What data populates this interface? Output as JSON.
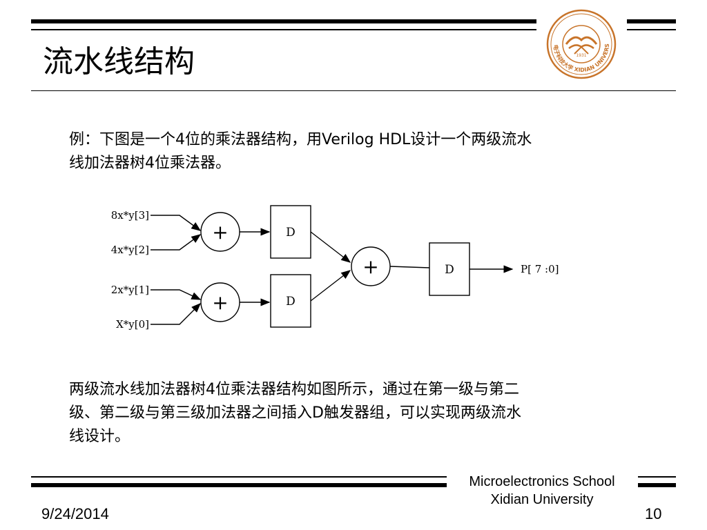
{
  "header": {
    "title": "流水线结构"
  },
  "logo": {
    "text_ring": "西安电子科技大学 XIDIAN UNIVERSITY",
    "year": "1931",
    "color": "#c8742a"
  },
  "intro": {
    "lines": [
      "例：下图是一个4位的乘法器结构，用Verilog HDL设计一个两级流水",
      "线加法器树4位乘法器。"
    ]
  },
  "diagram": {
    "inputs": [
      "8x*y[3]",
      "4x*y[2]",
      "2x*y[1]",
      "X*y[0]"
    ],
    "adder_symbol": "+",
    "dff_label": "D",
    "output": "P[ 7 :0]"
  },
  "summary": {
    "lines": [
      "两级流水线加法器树4位乘法器结构如图所示，通过在第一级与第二",
      "级、第二级与第三级加法器之间插入D触发器组，可以实现两级流水",
      "线设计。"
    ]
  },
  "footer": {
    "school_line1": "Microelectronics School",
    "school_line2": "Xidian University",
    "date": "9/24/2014",
    "page": "10"
  }
}
